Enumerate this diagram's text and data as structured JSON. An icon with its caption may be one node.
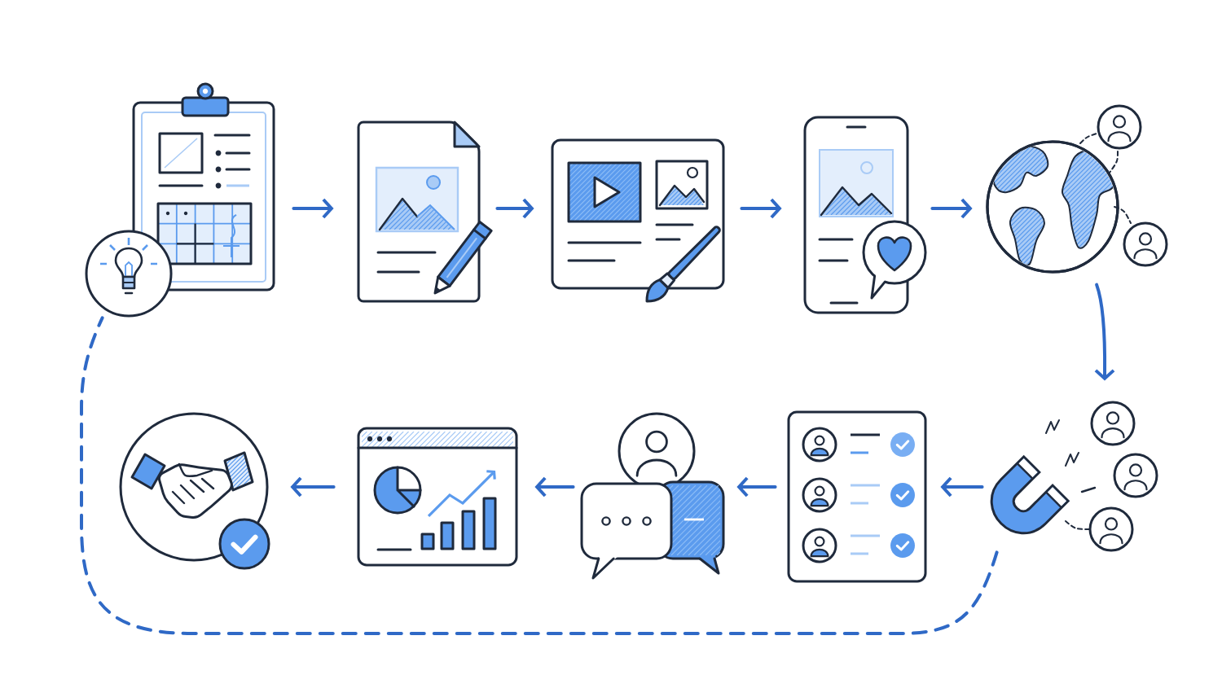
{
  "diagram": {
    "nodes": [
      {
        "text": [],
        "shape": "picture"
      },
      {
        "text": [],
        "shape": "picture"
      },
      {
        "text": [],
        "shape": "picture"
      },
      {
        "text": [],
        "shape": "picture"
      },
      {
        "text": [],
        "shape": "picture"
      },
      {
        "text": [],
        "shape": "picture"
      },
      {
        "text": [],
        "shape": "picture"
      },
      {
        "text": [],
        "shape": "picture"
      },
      {
        "text": [],
        "shape": "picture"
      },
      {
        "text": [],
        "shape": "picture"
      }
    ],
    "edges": [
      {
        "from": 0,
        "to": 1,
        "arrow": "to"
      },
      {
        "from": 1,
        "to": 2,
        "arrow": "to"
      },
      {
        "from": 2,
        "to": 3,
        "arrow": "to"
      },
      {
        "from": 3,
        "to": 4,
        "arrow": "to"
      },
      {
        "from": 4,
        "to": 5,
        "arrow": "to"
      },
      {
        "from": 5,
        "to": 6,
        "arrow": "to"
      },
      {
        "from": 6,
        "to": 7,
        "arrow": "to"
      },
      {
        "from": 7,
        "to": 8,
        "arrow": "to"
      },
      {
        "from": 8,
        "to": 9,
        "arrow": "to"
      },
      {
        "from": 5,
        "to": 0,
        "arrow": "none",
        "style": "dashed"
      }
    ]
  }
}
